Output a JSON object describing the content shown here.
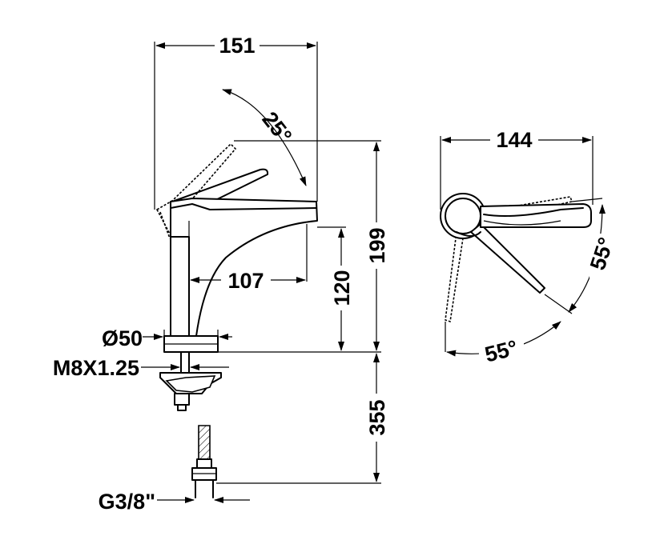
{
  "dimensions": {
    "spout_reach_total": "151",
    "handle_tilt_angle": "25°",
    "height_total": "199",
    "spout_reach": "107",
    "spout_height": "120",
    "base_diameter": "Ø50",
    "fixing_thread": "M8X1.25",
    "hose_length": "355",
    "hose_connection": "G3/8\"",
    "top_view_width": "144",
    "rotation_angle_right": "55°",
    "rotation_angle_left": "55°"
  },
  "colors": {
    "line": "#000000",
    "background": "#ffffff"
  }
}
